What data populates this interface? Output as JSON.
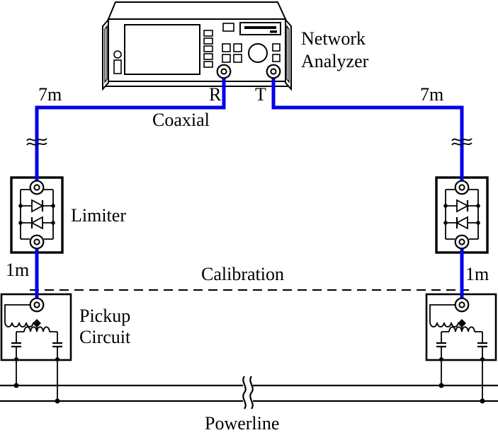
{
  "device": {
    "name_line1": "Network",
    "name_line2": "Analyzer",
    "port_left": "R",
    "port_right": "T"
  },
  "cables": {
    "type_label": "Coaxial",
    "left_length": "7m",
    "right_length": "7m",
    "left_drop_length": "1m",
    "right_drop_length": "1m"
  },
  "limiter": {
    "label": "Limiter"
  },
  "calibration": {
    "label": "Calibration"
  },
  "pickup": {
    "label_line1": "Pickup",
    "label_line2": "Circuit"
  },
  "powerline": {
    "label": "Powerline"
  },
  "colors": {
    "cable": "#0000ee",
    "line": "#000000",
    "background": "#ffffff"
  }
}
